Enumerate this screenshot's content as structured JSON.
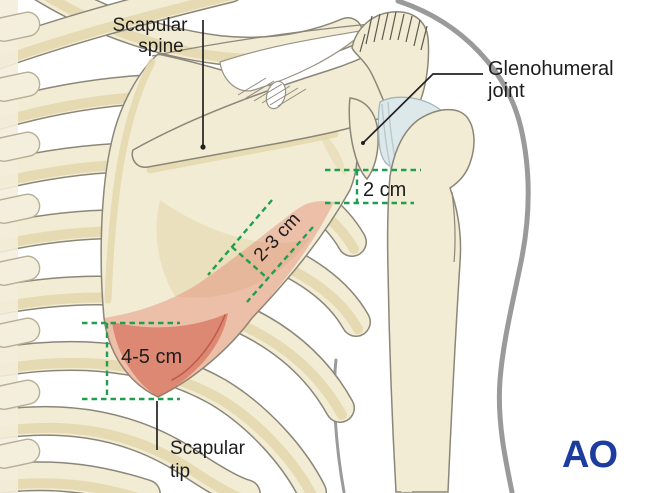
{
  "illustration": {
    "subject": "Posterior shoulder with scapula resection-zone measurements",
    "labels": {
      "scapular_spine_1": "Scapular",
      "scapular_spine_2": "spine",
      "glenohumeral_1": "Glenohumeral",
      "glenohumeral_2": "joint",
      "scapular_tip_1": "Scapular",
      "scapular_tip_2": "tip"
    },
    "measurements": {
      "below_joint": "2 cm",
      "lateral_border": "2-3 cm",
      "tip_zone": "4-5 cm"
    },
    "logo": "AO",
    "colors": {
      "bone": "#f2ecd4",
      "bone_shadow": "#e3d7ab",
      "outline": "#8b8678",
      "highlight_pink": "#e06a55",
      "highlight_red": "#cc4434",
      "cartilage_blue": "#dce8ea",
      "measure_green": "#1fa04f",
      "body_contour_gray": "#9a9a9a",
      "logo_blue": "#1c3ca0"
    }
  }
}
